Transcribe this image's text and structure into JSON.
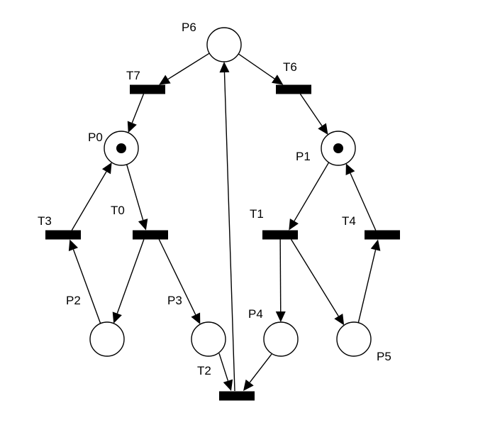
{
  "places": [
    {
      "id": "P0",
      "label": "P0",
      "tokens": 1
    },
    {
      "id": "P1",
      "label": "P1",
      "tokens": 1
    },
    {
      "id": "P2",
      "label": "P2",
      "tokens": 0
    },
    {
      "id": "P3",
      "label": "P3",
      "tokens": 0
    },
    {
      "id": "P4",
      "label": "P4",
      "tokens": 0
    },
    {
      "id": "P5",
      "label": "P5",
      "tokens": 0
    },
    {
      "id": "P6",
      "label": "P6",
      "tokens": 0
    }
  ],
  "transitions": [
    {
      "id": "T0",
      "label": "T0"
    },
    {
      "id": "T1",
      "label": "T1"
    },
    {
      "id": "T2",
      "label": "T2"
    },
    {
      "id": "T3",
      "label": "T3"
    },
    {
      "id": "T4",
      "label": "T4"
    },
    {
      "id": "T6",
      "label": "T6"
    },
    {
      "id": "T7",
      "label": "T7"
    }
  ],
  "arcs": [
    {
      "from": "P6",
      "to": "T7"
    },
    {
      "from": "T7",
      "to": "P0"
    },
    {
      "from": "P6",
      "to": "T6"
    },
    {
      "from": "T6",
      "to": "P1"
    },
    {
      "from": "P0",
      "to": "T0"
    },
    {
      "from": "T0",
      "to": "P2"
    },
    {
      "from": "T0",
      "to": "P3"
    },
    {
      "from": "P2",
      "to": "T3"
    },
    {
      "from": "T3",
      "to": "P0"
    },
    {
      "from": "P1",
      "to": "T1"
    },
    {
      "from": "T1",
      "to": "P4"
    },
    {
      "from": "T1",
      "to": "P5"
    },
    {
      "from": "P5",
      "to": "T4"
    },
    {
      "from": "T4",
      "to": "P1"
    },
    {
      "from": "P3",
      "to": "T2"
    },
    {
      "from": "P4",
      "to": "T2"
    },
    {
      "from": "T2",
      "to": "P6"
    }
  ]
}
